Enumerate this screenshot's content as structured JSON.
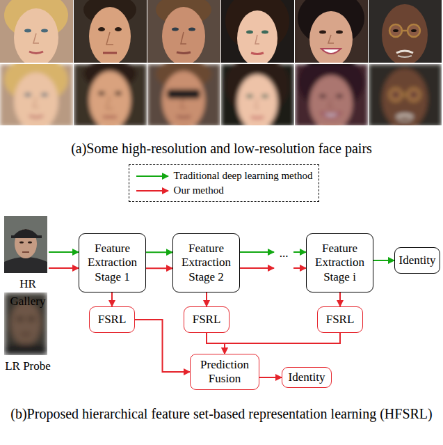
{
  "diagram": {
    "nodes": [
      {
        "text": [
          "Feature Extraction Stage 1"
        ]
      },
      {
        "text": [
          "Feature Extraction Stage 2"
        ]
      },
      {
        "text": [
          "Feature Extraction Stage i"
        ]
      },
      {
        "text": [
          "Identity"
        ]
      },
      {
        "text": [
          "FSRL"
        ]
      },
      {
        "text": [
          "FSRL"
        ]
      },
      {
        "text": [
          "FSRL"
        ]
      },
      {
        "text": [
          "Prediction Fusion"
        ]
      },
      {
        "text": [
          "Identity"
        ]
      }
    ],
    "edges": [
      {
        "from": 0,
        "to": 1,
        "arrow": "to"
      },
      {
        "from": 0,
        "to": 1,
        "arrow": "to"
      },
      {
        "from": 2,
        "to": 3,
        "arrow": "to"
      },
      {
        "from": 0,
        "to": 4,
        "arrow": "to"
      },
      {
        "from": 1,
        "to": 5,
        "arrow": "to"
      },
      {
        "from": 2,
        "to": 6,
        "arrow": "to"
      },
      {
        "from": 4,
        "to": 7,
        "arrow": "to"
      },
      {
        "from": 5,
        "to": 7,
        "arrow": "to"
      },
      {
        "from": 6,
        "to": 7,
        "arrow": "to"
      },
      {
        "from": 7,
        "to": 8,
        "arrow": "to"
      }
    ],
    "labels": [
      "(a)Some high-resolution and low-resolution face pairs",
      "HR Gallery",
      "...",
      "LR Probe",
      "(b)Proposed hierarchical feature set-based representation learning (HFSRL)"
    ],
    "legend": [
      {
        "text": "Traditional deep learning method"
      },
      {
        "text": "Our method"
      }
    ]
  }
}
